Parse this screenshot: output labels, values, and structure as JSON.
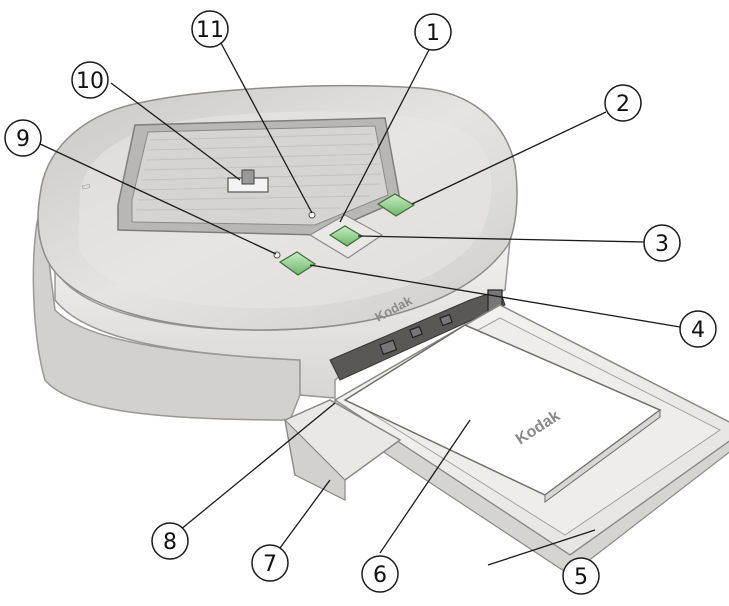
{
  "brand": {
    "front_logo": "Kodak",
    "tray_logo": "Kodak"
  },
  "callouts": [
    {
      "id": "1",
      "label": "1"
    },
    {
      "id": "2",
      "label": "2"
    },
    {
      "id": "3",
      "label": "3"
    },
    {
      "id": "4",
      "label": "4"
    },
    {
      "id": "5",
      "label": "5"
    },
    {
      "id": "6",
      "label": "6"
    },
    {
      "id": "7",
      "label": "7"
    },
    {
      "id": "8",
      "label": "8"
    },
    {
      "id": "9",
      "label": "9"
    },
    {
      "id": "10",
      "label": "10"
    },
    {
      "id": "11",
      "label": "11"
    }
  ],
  "colors": {
    "body": "#ecebea",
    "body_shadow": "#cfcdca",
    "top_panel": "#dedcd9",
    "button_green": "#9fd49a",
    "line": "#1a1a1a"
  }
}
